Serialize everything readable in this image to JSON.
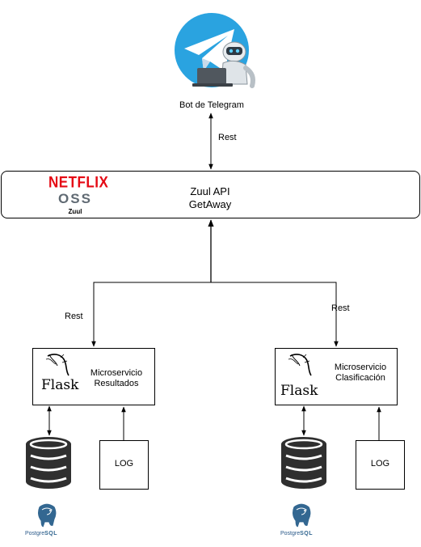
{
  "telegram": {
    "label": "Bot de Telegram",
    "icon": "telegram-robot-icon"
  },
  "gateway": {
    "title": "Zuul API",
    "subtitle": "GetAway",
    "logo": {
      "brand": "NETFLIX",
      "product": "OSS",
      "caption": "Zuul"
    }
  },
  "edges": {
    "telegram_gateway": "Rest",
    "gateway_resultados": "Rest",
    "gateway_clasificacion": "Rest"
  },
  "microservices": [
    {
      "logo": "Flask",
      "line1": "Microservicio",
      "line2": "Resultados",
      "log": "LOG",
      "db_logo": {
        "prefix": "Postgre",
        "suffix": "SQL"
      }
    },
    {
      "logo": "Flask",
      "line1": "Microservicio",
      "line2": "Clasificación",
      "log": "LOG",
      "db_logo": {
        "prefix": "Postgre",
        "suffix": "SQL"
      }
    }
  ],
  "colors": {
    "netflix_red": "#e50914",
    "oss_gray": "#606a73",
    "telegram_blue": "#2aa3e0",
    "postgres_blue": "#336791"
  }
}
